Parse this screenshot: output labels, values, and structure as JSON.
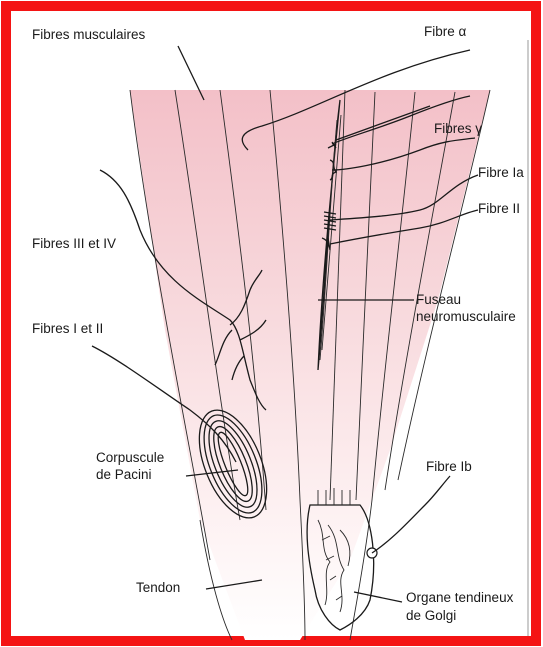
{
  "colors": {
    "frame": "#f41414",
    "muscle_pink": "#f3c6cc",
    "ink": "#1a1a1a",
    "background": "#ffffff"
  },
  "labels": {
    "fibres_musculaires": "Fibres musculaires",
    "fibre_alpha": "Fibre α",
    "fibres_gamma": "Fibres γ",
    "fibre_ia": "Fibre Ia",
    "fibre_ii": "Fibre II",
    "fibres_iii_iv": "Fibres III et IV",
    "fibres_i_ii": "Fibres I et II",
    "fuseau_line1": "Fuseau",
    "fuseau_line2": "neuromusculaire",
    "pacini_line1": "Corpuscule",
    "pacini_line2": "de Pacini",
    "fibre_ib": "Fibre Ib",
    "tendon": "Tendon",
    "golgi_line1": "Organe tendineux",
    "golgi_line2": "de Golgi"
  }
}
